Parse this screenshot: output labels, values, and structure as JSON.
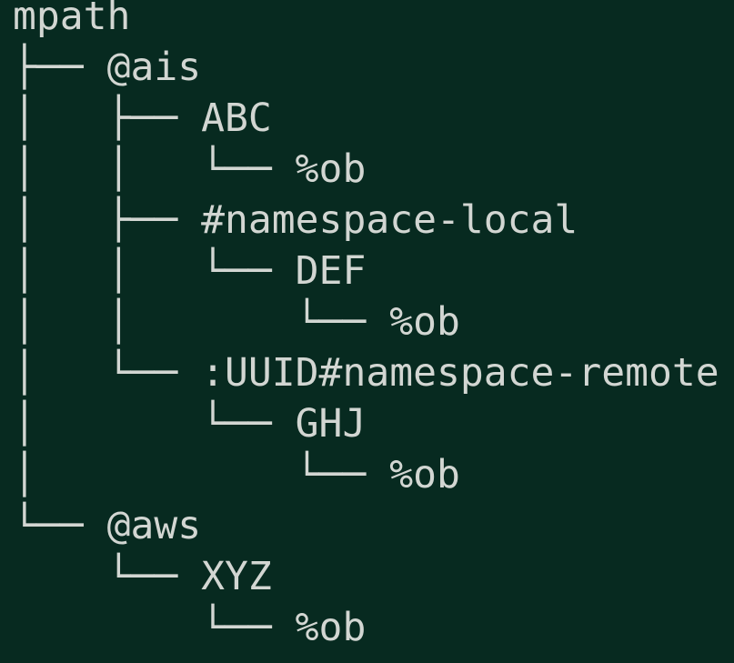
{
  "tree": {
    "lines": [
      {
        "prefix": "",
        "label": "mpath"
      },
      {
        "prefix": "├── ",
        "label": "@ais"
      },
      {
        "prefix": "│   ├── ",
        "label": "ABC"
      },
      {
        "prefix": "│   │   └── ",
        "label": "%ob"
      },
      {
        "prefix": "│   ├── ",
        "label": "#namespace-local"
      },
      {
        "prefix": "│   │   └── ",
        "label": "DEF"
      },
      {
        "prefix": "│   │       └── ",
        "label": "%ob"
      },
      {
        "prefix": "│   └── ",
        "label": ":UUID#namespace-remote"
      },
      {
        "prefix": "│       └── ",
        "label": "GHJ"
      },
      {
        "prefix": "│           └── ",
        "label": "%ob"
      },
      {
        "prefix": "└── ",
        "label": "@aws"
      },
      {
        "prefix": "    └── ",
        "label": "XYZ"
      },
      {
        "prefix": "        └── ",
        "label": "%ob"
      }
    ]
  },
  "colors": {
    "background": "#072a20",
    "text": "#d2d6d2"
  }
}
